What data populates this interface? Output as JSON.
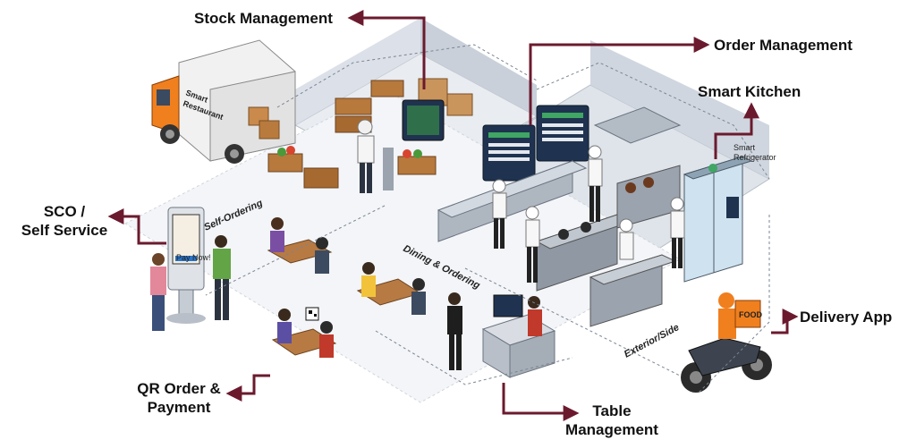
{
  "callouts": {
    "stock": "Stock Management",
    "order": "Order Management",
    "kitchen": "Smart Kitchen",
    "sco_line1": "SCO /",
    "sco_line2": "Self Service",
    "delivery": "Delivery App",
    "qr_line1": "QR Order &",
    "qr_line2": "Payment",
    "table_line1": "Table",
    "table_line2": "Management"
  },
  "zones": {
    "self_ordering": "Self-Ordering",
    "dining": "Dining & Ordering",
    "exterior": "Exterior/Side"
  },
  "labels": {
    "truck_line1": "Smart",
    "truck_line2": "Restaurant",
    "fridge_line1": "Smart",
    "fridge_line2": "Refrigerator",
    "kiosk_button": "Pay Now!",
    "delivery_box": "FOOD"
  },
  "colors": {
    "arrow": "#6b1a2e",
    "floor": "#e9ecf1",
    "wall": "#cdd3dc",
    "kitchen_floor": "#dfe4ea",
    "accent_orange": "#f07f1e",
    "screen": "#1f3350",
    "steel": "#9aa3ae"
  }
}
